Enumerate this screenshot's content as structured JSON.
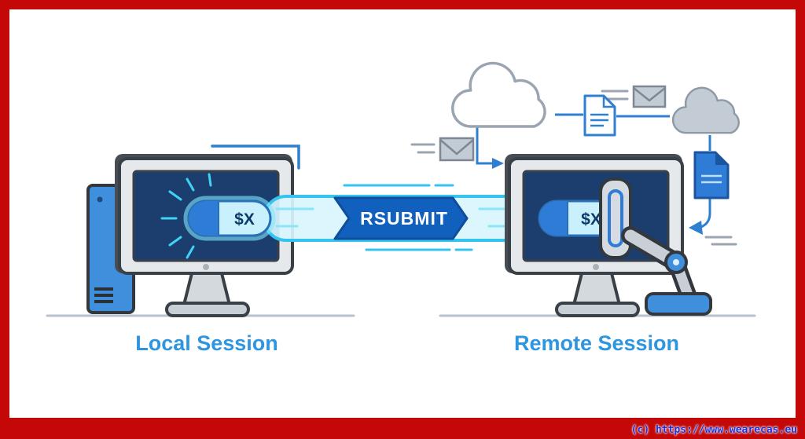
{
  "illustration": {
    "banner": {
      "label": "RSUBMIT"
    },
    "local_pill": {
      "label": "$X"
    },
    "remote_pill": {
      "label": "$X"
    },
    "captions": {
      "local": "Local Session",
      "remote": "Remote Session"
    }
  },
  "footer": {
    "copyright": "(c) https://www.wearecas.eu"
  },
  "icons": [
    "cloud-icon",
    "envelope-icon",
    "document-icon",
    "arrow-icon",
    "robotic-arm-icon",
    "monitor-icon",
    "tower-icon",
    "macro-pill-icon",
    "beam-icon"
  ],
  "colors": {
    "border_red": "#c40808",
    "banner_blue": "#1260bd",
    "accent_blue": "#2f7fd1",
    "beam_cyan": "#35c3ef",
    "caption_blue": "#2e96e0",
    "screen_navy": "#1c3e6e",
    "gray_icon": "#9aa5b1"
  }
}
